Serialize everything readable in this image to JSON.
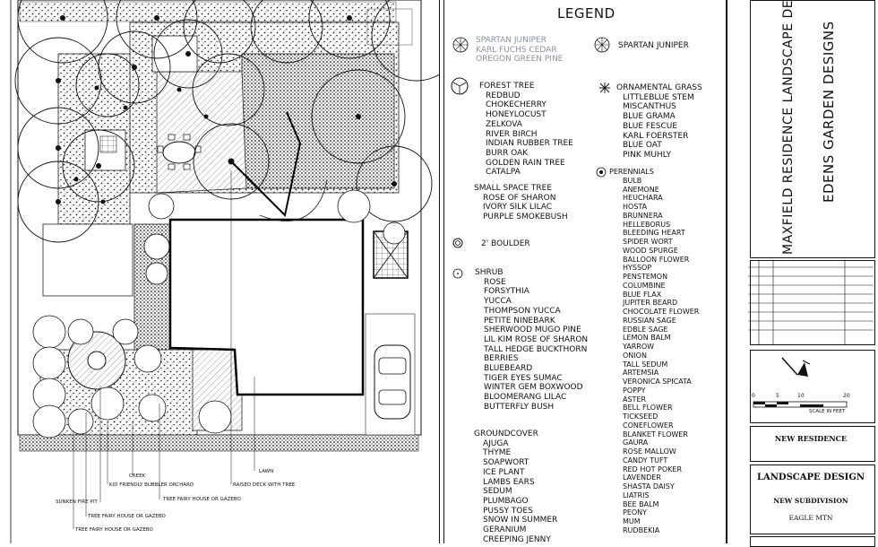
{
  "legend": {
    "title": "LEGEND",
    "groups": [
      {
        "id": "spartan_grey",
        "symbol": "spartan-juniper-icon",
        "header": "SPARTAN JUNIPER",
        "items": [
          "KARL FUCHS CEDAR",
          "OREGON GREEN PINE"
        ]
      },
      {
        "id": "spartan",
        "symbol": "spartan-juniper-icon",
        "header": "SPARTAN JUNIPER",
        "items": []
      },
      {
        "id": "forest",
        "symbol": "forest-tree-icon",
        "header": "FOREST TREE",
        "items": [
          "REDBUD",
          "CHOKECHERRY",
          "HONEYLOCUST",
          "ZELKOVA",
          "RIVER BIRCH",
          "INDIAN RUBBER TREE",
          "BURR OAK",
          "GOLDEN RAIN TREE",
          "CATALPA"
        ]
      },
      {
        "id": "grass",
        "symbol": "ornamental-grass-icon",
        "header": "ORNAMENTAL GRASS",
        "items": [
          "LITTLEBLUE STEM",
          "MISCANTHUS",
          "BLUE GRAMA",
          "BLUE FESCUE",
          "KARL FOERSTER",
          "BLUE OAT",
          "PINK MUHLY"
        ]
      },
      {
        "id": "small",
        "symbol": "",
        "header": "SMALL SPACE TREE",
        "items": [
          "ROSE OF SHARON",
          "IVORY SILK LILAC",
          "PURPLE SMOKEBUSH"
        ]
      },
      {
        "id": "boulder",
        "symbol": "boulder-icon",
        "header": "2' BOULDER",
        "items": []
      },
      {
        "id": "shrub",
        "symbol": "shrub-icon",
        "header": "SHRUB",
        "items": [
          "ROSE",
          "FORSYTHIA",
          "YUCCA",
          "THOMPSON YUCCA",
          "PETITE NINEBARK",
          "SHERWOOD MUGO PINE",
          "LIL KIM ROSE OF SHARON",
          "TALL HEDGE BUCKTHORN",
          "BERRIES",
          "BLUEBEARD",
          "TIGER EYES SUMAC",
          "WINTER GEM BOXWOOD",
          "BLOOMERANG LILAC",
          "BUTTERFLY BUSH"
        ]
      },
      {
        "id": "groundcover",
        "symbol": "",
        "header": "GROUNDCOVER",
        "items": [
          "AJUGA",
          "THYME",
          "SOAPWORT",
          "ICE PLANT",
          "LAMBS EARS",
          "SEDUM",
          "PLUMBAGO",
          "PUSSY TOES",
          "SNOW IN SUMMER",
          "GERANIUM",
          "CREEPING JENNY"
        ]
      },
      {
        "id": "perennials",
        "symbol": "perennials-icon",
        "header": "PERENNIALS",
        "items": [
          "BULB",
          "ANEMONE",
          "HEUCHARA",
          "HOSTA",
          "BRUNNERA",
          "HELLEBORUS",
          "BLEEDING HEART",
          "SPIDER WORT",
          "WOOD SPURGE",
          "BALLOON FLOWER",
          "HYSSOP",
          "PENSTEMON",
          "COLUMBINE",
          "BLUE FLAX",
          "JUPITER BEARD",
          "CHOCOLATE FLOWER",
          "RUSSIAN SAGE",
          "EDBLE SAGE",
          "LEMON BALM",
          "YARROW",
          "ONION",
          "TALL SEDUM",
          "ARTEMSIA",
          "VERONICA SPICATA",
          "POPPY",
          "ASTER",
          "BELL FLOWER",
          "TICKSEED",
          "CONEFLOWER",
          "BLANKET FLOWER",
          "GAURA",
          "ROSE MALLOW",
          "CANDY TUFT",
          "RED HOT POKER",
          "LAVENDER",
          "SHASTA DAISY",
          "LIATRIS",
          "BEE BALM",
          "PEONY",
          "MUM",
          "RUDBEKIA"
        ]
      }
    ]
  },
  "plan": {
    "callouts": [
      "CREEK",
      "KID FRIENDLY BUBBLER ORCHARD",
      "SUNKEN FIRE PIT",
      "TREE FAIRY HOUSE OR GAZEBO",
      "TREE FAIRY HOUSE OR GAZEBO",
      "TREE FAIRY HOUSE OR GAZEBO",
      "RAISED DECK WITH TREE",
      "LAWN"
    ]
  },
  "title_block": {
    "project_title": "MAXFIELD RESIDENCE LANDSCAPE DESIGN",
    "designer": "EDENS GARDEN DESIGNS",
    "scale_label": "SCALE IN FEET",
    "scale_ticks": [
      "0",
      "5",
      "10",
      "20"
    ],
    "box1": "NEW RESIDENCE",
    "box2_title": "LANDSCAPE DESIGN",
    "box2_sub": "NEW SUBDIVISION",
    "box2_loc": "EAGLE MTN"
  }
}
